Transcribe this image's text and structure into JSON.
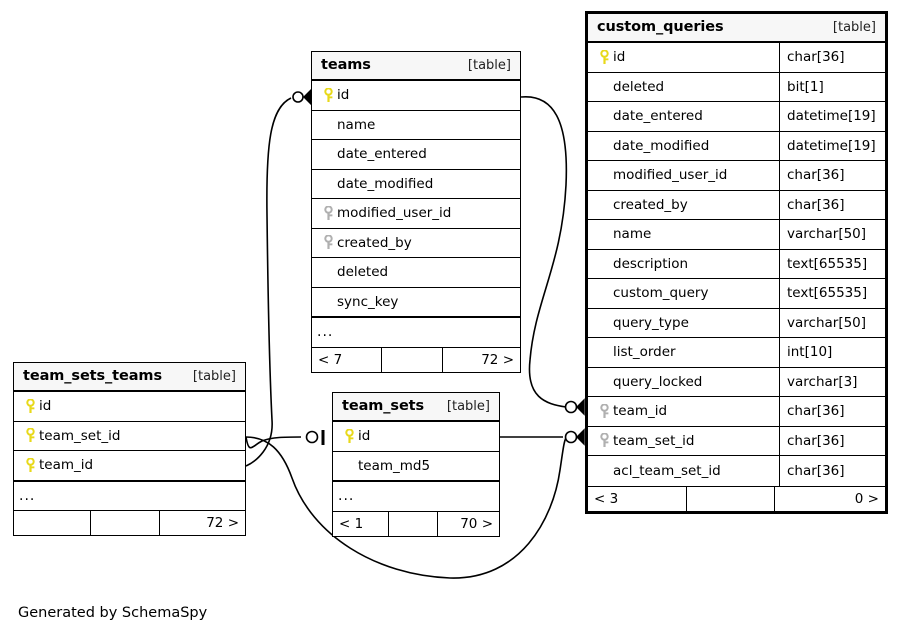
{
  "diagram": {
    "credit": "Generated by SchemaSpy",
    "table_tag": "[table]",
    "ellipsis": "...",
    "colors": {
      "primary_key": "#e8d91a",
      "foreign_key": "#b0b0b0",
      "border": "#000000",
      "header_bg": "#f7f7f7",
      "background": "#ffffff"
    }
  },
  "tables": {
    "custom_queries": {
      "name": "custom_queries",
      "tag": "[table]",
      "focal": true,
      "has_types": true,
      "columns": [
        {
          "key": "primary",
          "name": "id",
          "type": "char[36]"
        },
        {
          "key": "none",
          "name": "deleted",
          "type": "bit[1]"
        },
        {
          "key": "none",
          "name": "date_entered",
          "type": "datetime[19]"
        },
        {
          "key": "none",
          "name": "date_modified",
          "type": "datetime[19]"
        },
        {
          "key": "none",
          "name": "modified_user_id",
          "type": "char[36]"
        },
        {
          "key": "none",
          "name": "created_by",
          "type": "char[36]"
        },
        {
          "key": "none",
          "name": "name",
          "type": "varchar[50]"
        },
        {
          "key": "none",
          "name": "description",
          "type": "text[65535]"
        },
        {
          "key": "none",
          "name": "custom_query",
          "type": "text[65535]"
        },
        {
          "key": "none",
          "name": "query_type",
          "type": "varchar[50]"
        },
        {
          "key": "none",
          "name": "list_order",
          "type": "int[10]"
        },
        {
          "key": "none",
          "name": "query_locked",
          "type": "varchar[3]"
        },
        {
          "key": "foreign",
          "name": "team_id",
          "type": "char[36]"
        },
        {
          "key": "foreign",
          "name": "team_set_id",
          "type": "char[36]"
        },
        {
          "key": "none",
          "name": "acl_team_set_id",
          "type": "char[36]"
        }
      ],
      "show_ellipsis": false,
      "footer": {
        "left": "< 3",
        "middle": "",
        "right": "0 >"
      }
    },
    "teams": {
      "name": "teams",
      "tag": "[table]",
      "focal": false,
      "has_types": false,
      "columns": [
        {
          "key": "primary",
          "name": "id",
          "type": ""
        },
        {
          "key": "none",
          "name": "name",
          "type": ""
        },
        {
          "key": "none",
          "name": "date_entered",
          "type": ""
        },
        {
          "key": "none",
          "name": "date_modified",
          "type": ""
        },
        {
          "key": "foreign",
          "name": "modified_user_id",
          "type": ""
        },
        {
          "key": "foreign",
          "name": "created_by",
          "type": ""
        },
        {
          "key": "none",
          "name": "deleted",
          "type": ""
        },
        {
          "key": "none",
          "name": "sync_key",
          "type": ""
        }
      ],
      "show_ellipsis": true,
      "footer": {
        "left": "< 7",
        "middle": "",
        "right": "72 >"
      }
    },
    "team_sets_teams": {
      "name": "team_sets_teams",
      "tag": "[table]",
      "focal": false,
      "has_types": false,
      "columns": [
        {
          "key": "primary",
          "name": "id",
          "type": ""
        },
        {
          "key": "primary",
          "name": "team_set_id",
          "type": ""
        },
        {
          "key": "primary",
          "name": "team_id",
          "type": ""
        }
      ],
      "show_ellipsis": true,
      "footer": {
        "left": "",
        "middle": "",
        "right": "72 >"
      }
    },
    "team_sets": {
      "name": "team_sets",
      "tag": "[table]",
      "focal": false,
      "has_types": false,
      "columns": [
        {
          "key": "primary",
          "name": "id",
          "type": ""
        },
        {
          "key": "none",
          "name": "team_md5",
          "type": ""
        }
      ],
      "show_ellipsis": true,
      "footer": {
        "left": "< 1",
        "middle": "",
        "right": "70 >"
      }
    }
  },
  "relationships": [
    {
      "id": "teams-id-to-custom_queries-team_id",
      "from_table": "teams",
      "from_column": "id",
      "to_table": "custom_queries",
      "to_column": "team_id",
      "from_marker": "none",
      "to_marker": "zero-or-many"
    },
    {
      "id": "teams-id-to-team_sets_teams-team_id",
      "from_table": "teams",
      "from_column": "id",
      "to_table": "team_sets_teams",
      "to_column": "team_id",
      "from_marker": "zero-or-many",
      "to_marker": "none"
    },
    {
      "id": "team_sets-id-to-team_sets_teams-team_set_id",
      "from_table": "team_sets",
      "from_column": "id",
      "to_table": "team_sets_teams",
      "to_column": "team_set_id",
      "from_marker": "zero-or-one",
      "to_marker": "none"
    },
    {
      "id": "team_sets-id-to-custom_queries-team_set_id",
      "from_table": "team_sets",
      "from_column": "id",
      "to_table": "custom_queries",
      "to_column": "team_set_id",
      "from_marker": "none",
      "to_marker": "zero-or-many"
    },
    {
      "id": "team_sets_teams-team_id-to-custom_queries-team_set_id",
      "from_table": "team_sets_teams",
      "from_column": "team_id",
      "to_table": "custom_queries",
      "to_column": "team_set_id",
      "from_marker": "none",
      "to_marker": "zero-or-many"
    }
  ]
}
